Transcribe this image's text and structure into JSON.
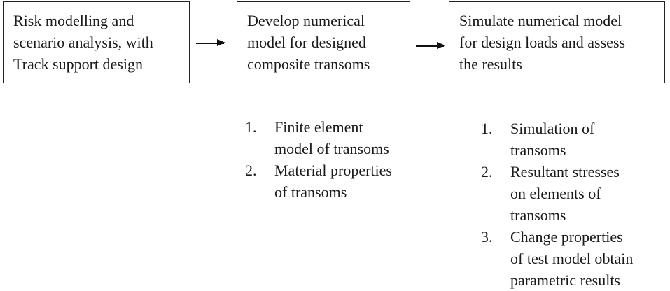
{
  "boxes": [
    {
      "lines": [
        "Risk modelling and",
        "scenario analysis, with",
        "Track support design"
      ]
    },
    {
      "lines": [
        "Develop numerical",
        "model for designed",
        "composite transoms"
      ]
    },
    {
      "lines": [
        "Simulate numerical model",
        "for design loads and assess",
        "the results"
      ]
    }
  ],
  "list_middle": [
    {
      "num": "1.",
      "lines": [
        "Finite element",
        "model of transoms"
      ]
    },
    {
      "num": "2.",
      "lines": [
        "Material properties",
        "of transoms"
      ]
    }
  ],
  "list_right": [
    {
      "num": "1.",
      "lines": [
        "Simulation  of",
        "transoms"
      ]
    },
    {
      "num": "2.",
      "lines": [
        "Resultant stresses",
        "on elements of",
        "transoms"
      ]
    },
    {
      "num": "3.",
      "lines": [
        "Change properties",
        "of test model obtain",
        "parametric results"
      ]
    }
  ]
}
